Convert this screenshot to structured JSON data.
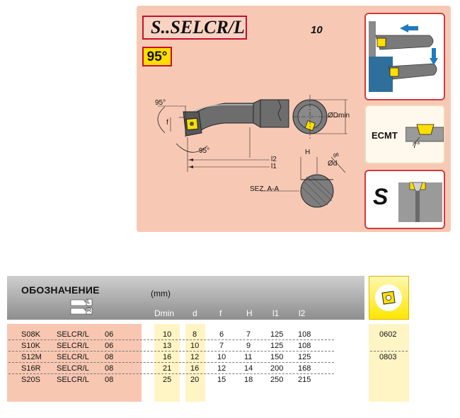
{
  "diagram": {
    "title": "S..SELCR/L",
    "code": "10",
    "angle": "95°",
    "labels": {
      "angle_top": "95°",
      "angle_bottom": "95°",
      "f": "f",
      "dmin": "ØDmin",
      "l2": "l2",
      "l1": "l1",
      "h": "H",
      "g6": "g6",
      "d": "Ød",
      "section": "SEZ. A-A",
      "a_marker": "A"
    },
    "insert_code": "ECMT",
    "insert_angle": "7°",
    "shape_letter": "S",
    "colors": {
      "panel": "#f7c9b4",
      "border": "#c8102e",
      "highlight": "#ffde00"
    }
  },
  "table": {
    "title": "ОБОЗНАЧЕНИЕ",
    "unit": "(mm)",
    "hand_left": "L",
    "hand_right": "R",
    "columns": [
      "Dmin",
      "d",
      "f",
      "H",
      "l1",
      "l2"
    ],
    "rows": [
      {
        "code": "S08K",
        "model": "SELCR/L",
        "size": "06",
        "values": [
          "10",
          "8",
          "6",
          "7",
          "125",
          "108"
        ]
      },
      {
        "code": "S10K",
        "model": "SELCR/L",
        "size": "06",
        "values": [
          "13",
          "10",
          "7",
          "9",
          "125",
          "108"
        ]
      },
      {
        "code": "S12M",
        "model": "SELCR/L",
        "size": "08",
        "values": [
          "16",
          "12",
          "10",
          "11",
          "150",
          "125"
        ]
      },
      {
        "code": "S16R",
        "model": "SELCR/L",
        "size": "08",
        "values": [
          "21",
          "16",
          "12",
          "14",
          "200",
          "168"
        ]
      },
      {
        "code": "S20S",
        "model": "SELCR/L",
        "size": "08",
        "values": [
          "25",
          "20",
          "15",
          "18",
          "250",
          "215"
        ]
      }
    ],
    "inserts": [
      "0602",
      "0803"
    ]
  }
}
